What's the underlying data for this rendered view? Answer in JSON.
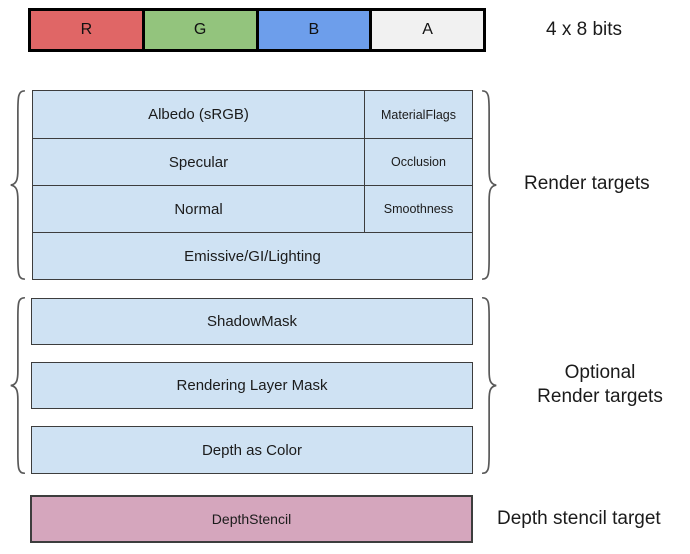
{
  "top_bar": {
    "cells": [
      {
        "label": "R",
        "color": "#E06666"
      },
      {
        "label": "G",
        "color": "#93C47D"
      },
      {
        "label": "B",
        "color": "#6D9EEB"
      },
      {
        "label": "A",
        "color": "#F1F1F1"
      }
    ],
    "annotation": "4 x 8 bits"
  },
  "render_targets": {
    "label": "Render targets",
    "fill": "#CFE2F3",
    "rows": [
      {
        "main": "Albedo (sRGB)",
        "sub": "MaterialFlags"
      },
      {
        "main": "Specular",
        "sub": "Occlusion"
      },
      {
        "main": "Normal",
        "sub": "Smoothness"
      },
      {
        "main": "Emissive/GI/Lighting"
      }
    ]
  },
  "optional_render_targets": {
    "label_line1": "Optional",
    "label_line2": "Render targets",
    "fill": "#CFE2F3",
    "rows": [
      "ShadowMask",
      "Rendering Layer Mask",
      "Depth as Color"
    ]
  },
  "depth_stencil": {
    "box_label": "DepthStencil",
    "side_label": "Depth stencil target",
    "fill": "#D5A6BD"
  }
}
